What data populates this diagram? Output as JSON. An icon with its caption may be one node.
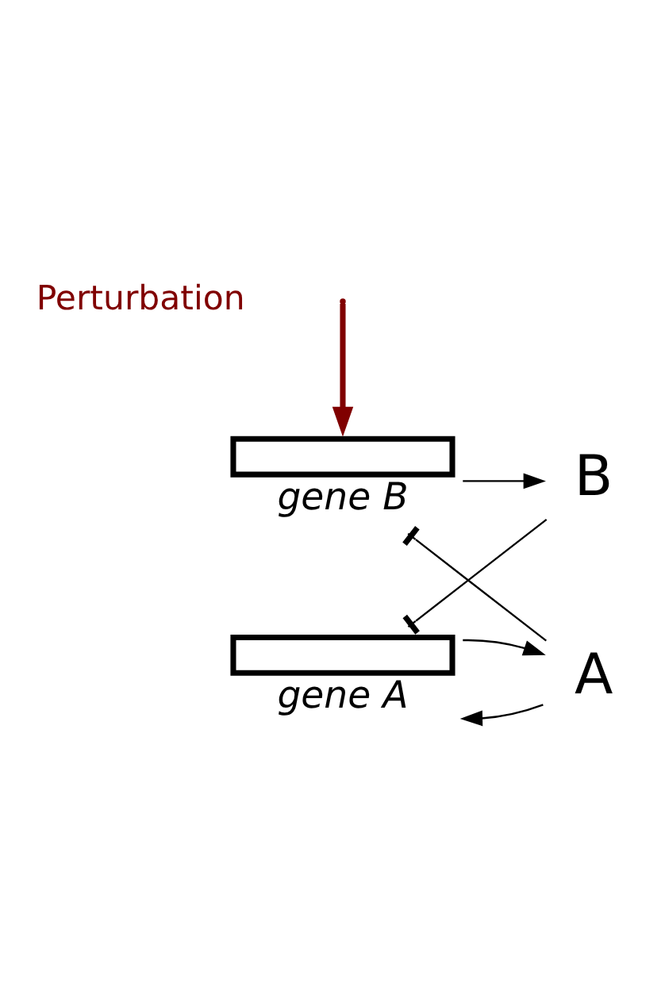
{
  "diagram": {
    "nodes": [
      {
        "text": [
          "B"
        ]
      },
      {
        "text": [
          "gene B"
        ]
      },
      {
        "text": [
          "A"
        ]
      },
      {
        "text": [
          "gene A"
        ]
      }
    ],
    "edges": [
      {
        "from": null,
        "to": 1,
        "arrow": "to",
        "color": "#800000",
        "style": "thick"
      },
      {
        "from": 2,
        "to": 1,
        "arrow": "other"
      },
      {
        "from": 1,
        "to": 0,
        "arrow": "to"
      },
      {
        "from": 0,
        "to": 3,
        "arrow": "other"
      },
      {
        "from": 2,
        "to": 3,
        "arrow": "to"
      },
      {
        "from": 3,
        "to": 2,
        "arrow": "to"
      }
    ],
    "labels": [
      "Perturbation"
    ]
  }
}
